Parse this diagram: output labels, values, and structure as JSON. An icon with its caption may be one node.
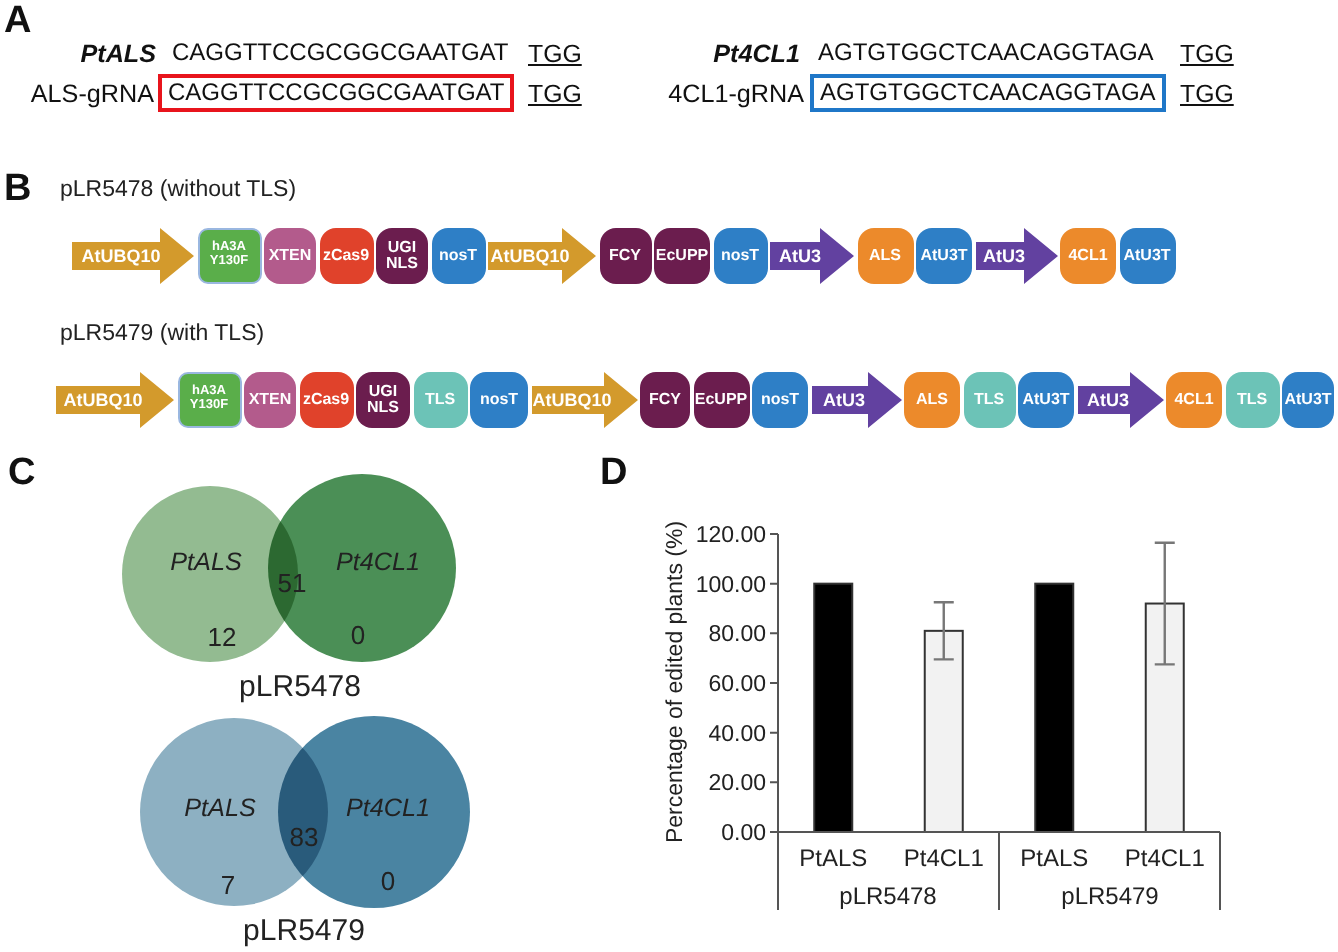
{
  "diagram": {
    "nodes": [
      {
        "text": [
          "CAGGTTCCGCGGCGAATGAT"
        ],
        "beside": [
          "ALS-gRNA"
        ]
      },
      {
        "text": [
          "AGTGTGGCTCAACAGGTAGA"
        ],
        "beside": [
          "4CL1-gRNA"
        ]
      },
      {
        "text": [
          "AtUBQ10"
        ]
      },
      {
        "text": [
          "hA3A Y130F"
        ]
      },
      {
        "text": [
          "XTEN"
        ]
      },
      {
        "text": [
          "zCas9"
        ]
      },
      {
        "text": [
          "UGI NLS"
        ]
      },
      {
        "text": [
          "nosT"
        ]
      },
      {
        "text": [
          "AtUBQ10"
        ]
      },
      {
        "text": [
          "FCY"
        ]
      },
      {
        "text": [
          "EcUPP"
        ]
      },
      {
        "text": [
          "nosT"
        ]
      },
      {
        "text": [
          "AtU3"
        ]
      },
      {
        "text": [
          "ALS"
        ]
      },
      {
        "text": [
          "AtU3T"
        ]
      },
      {
        "text": [
          "AtU3"
        ]
      },
      {
        "text": [
          "4CL1"
        ]
      },
      {
        "text": [
          "AtU3T"
        ]
      },
      {
        "text": [
          "AtUBQ10"
        ]
      },
      {
        "text": [
          "hA3A Y130F"
        ]
      },
      {
        "text": [
          "XTEN"
        ]
      },
      {
        "text": [
          "zCas9"
        ]
      },
      {
        "text": [
          "UGI NLS"
        ]
      },
      {
        "text": [
          "TLS"
        ]
      },
      {
        "text": [
          "nosT"
        ]
      },
      {
        "text": [
          "AtUBQ10"
        ]
      },
      {
        "text": [
          "FCY"
        ]
      },
      {
        "text": [
          "EcUPP"
        ]
      },
      {
        "text": [
          "nosT"
        ]
      },
      {
        "text": [
          "AtU3"
        ]
      },
      {
        "text": [
          "ALS"
        ]
      },
      {
        "text": [
          "TLS"
        ]
      },
      {
        "text": [
          "AtU3T"
        ]
      },
      {
        "text": [
          "AtU3"
        ]
      },
      {
        "text": [
          "4CL1"
        ]
      },
      {
        "text": [
          "TLS"
        ]
      },
      {
        "text": [
          "AtU3T"
        ]
      },
      {
        "text": [
          "PtALS",
          "12"
        ]
      },
      {
        "text": [
          "Pt4CL1",
          "0"
        ]
      },
      {
        "text": [
          "PtALS",
          "7"
        ]
      },
      {
        "text": [
          "Pt4CL1",
          "0"
        ]
      }
    ],
    "labels": [
      "A",
      "PtALS",
      "CAGGTTCCGCGGCGAATGAT",
      "TGG",
      "Pt4CL1",
      "AGTGTGGCTCAACAGGTAGA",
      "TGG",
      "TGG",
      "TGG",
      "B",
      "pLR5478 (without TLS)",
      "pLR5479 (with TLS)",
      "C",
      "D",
      "51",
      "pLR5478",
      "83",
      "pLR5479",
      "pLR5478",
      "pLR5479"
    ],
    "chart_data": {
      "type": "bar",
      "ylabel": "Percentage of edited plants (%)",
      "categories": [
        "PtALS",
        "Pt4CL1",
        "PtALS",
        "Pt4CL1"
      ],
      "series": [
        {
          "color": "#000000",
          "values": [
            100,
            null,
            100,
            null
          ]
        },
        {
          "color": "#f2f2f2",
          "values": [
            null,
            81,
            null,
            92
          ],
          "errors": [
            null,
            11.5,
            null,
            24.5
          ]
        }
      ],
      "ylim": [
        0,
        120
      ],
      "yticks": [
        {
          "value": 0,
          "label": "0.00"
        },
        {
          "value": 20,
          "label": "20.00"
        },
        {
          "value": 40,
          "label": "40.00"
        },
        {
          "value": 60,
          "label": "60.00"
        },
        {
          "value": 80,
          "label": "80.00"
        },
        {
          "value": 100,
          "label": "100.00"
        },
        {
          "value": 120,
          "label": "120.00"
        }
      ]
    }
  }
}
